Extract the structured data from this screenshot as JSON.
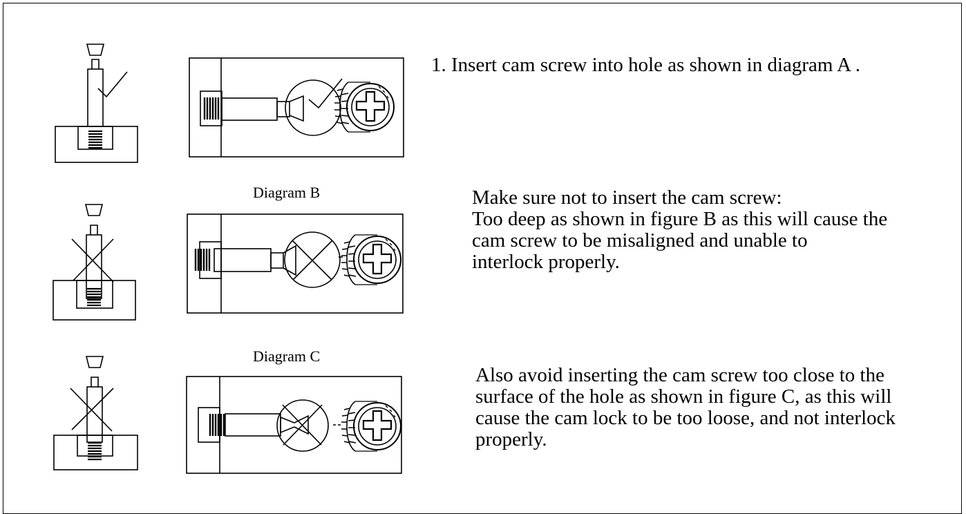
{
  "steps": [
    {
      "caption": "",
      "text": "1. Insert cam screw into hole as shown in diagram A .",
      "verdict": "correct"
    },
    {
      "caption": "Diagram B",
      "text": "Make sure not to insert the cam screw:\nToo deep as shown in figure B as this will cause the\ncam screw to be misaligned and unable to\ninterlock properly.",
      "verdict": "incorrect"
    },
    {
      "caption": "Diagram C",
      "text": "Also avoid inserting the cam screw too close to the\nsurface of the hole as shown in figure C, as this will\ncause the cam lock to be too loose, and not interlock\nproperly.",
      "verdict": "incorrect"
    }
  ],
  "icons": {
    "check": "check-mark-icon",
    "cross": "x-mark-icon",
    "screw": "cam-screw-icon",
    "camlock": "cam-lock-icon"
  }
}
